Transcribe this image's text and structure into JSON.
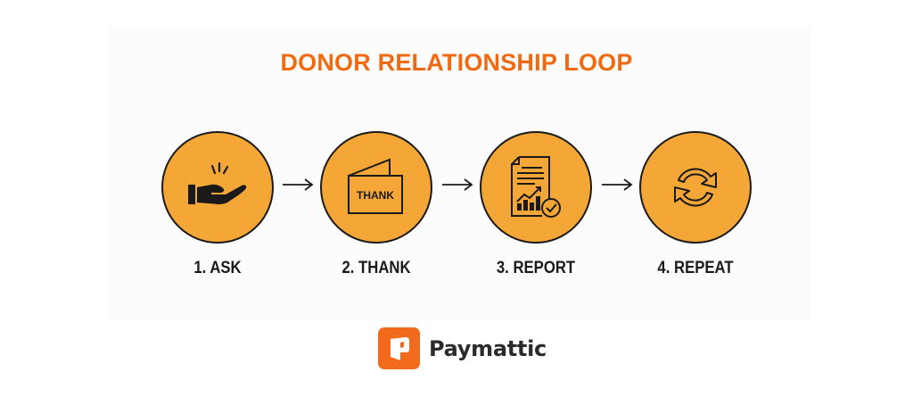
{
  "title": "DONOR RELATIONSHIP LOOP",
  "colors": {
    "title": "#f06a12",
    "circle_fill": "#f4a636",
    "outline": "#1a1a1a",
    "brand": "#f26b1d"
  },
  "steps": [
    {
      "number": 1,
      "label": "1. ASK",
      "icon": "hand-offering-icon"
    },
    {
      "number": 2,
      "label": "2. THANK",
      "icon": "thank-you-card-icon",
      "icon_text": "THANK"
    },
    {
      "number": 3,
      "label": "3. REPORT",
      "icon": "report-document-check-icon"
    },
    {
      "number": 4,
      "label": "4. REPEAT",
      "icon": "refresh-cycle-icon"
    }
  ],
  "connectors": [
    "arrow-right",
    "arrow-right",
    "arrow-right"
  ],
  "brand": {
    "name": "Paymattic",
    "logo": "paymattic-logo-icon"
  }
}
